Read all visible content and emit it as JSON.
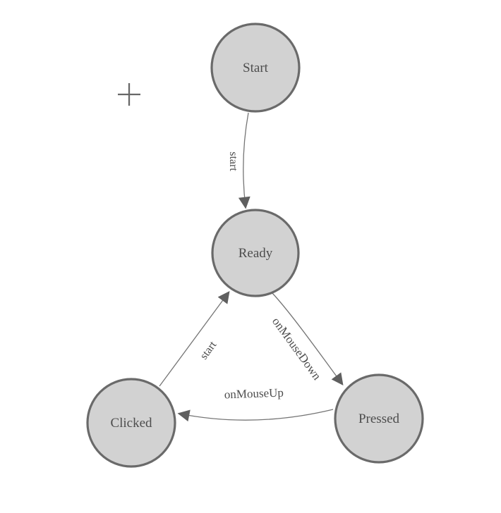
{
  "diagram": {
    "type": "state-machine",
    "background_color": "#ffffff",
    "colors": {
      "node_fill": "#d2d2d2",
      "node_stroke": "#6a6a6a",
      "edge_stroke": "#757575",
      "arrowhead_fill": "#5f5f5f",
      "label_text": "#4d4d4d",
      "crosshair": "#686868"
    },
    "nodes": [
      {
        "id": "start",
        "label": "Start"
      },
      {
        "id": "ready",
        "label": "Ready"
      },
      {
        "id": "clicked",
        "label": "Clicked"
      },
      {
        "id": "pressed",
        "label": "Pressed"
      }
    ],
    "edges": [
      {
        "from": "start",
        "to": "ready",
        "label": "start"
      },
      {
        "from": "ready",
        "to": "pressed",
        "label": "onMouseDown"
      },
      {
        "from": "pressed",
        "to": "clicked",
        "label": "onMouseUp"
      },
      {
        "from": "clicked",
        "to": "ready",
        "label": "start"
      }
    ]
  }
}
